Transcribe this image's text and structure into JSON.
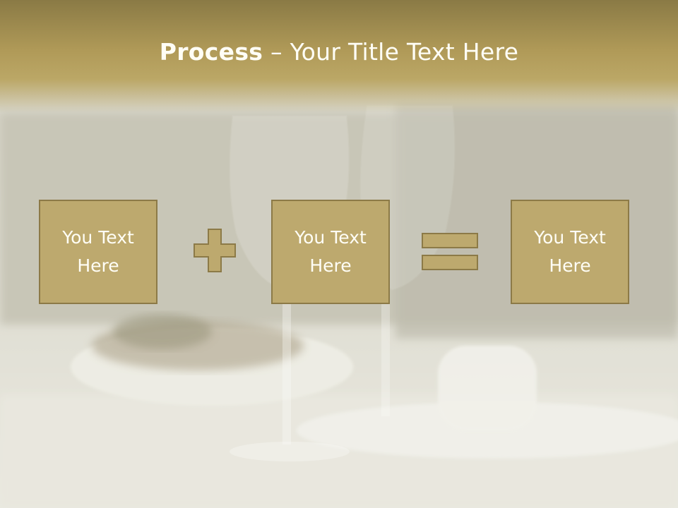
{
  "title": {
    "bold": "Process",
    "rest": " – Your Title Text Here"
  },
  "boxes": [
    {
      "text": "You Text\nHere"
    },
    {
      "text": "You Text\nHere"
    },
    {
      "text": "You Text\nHere"
    }
  ],
  "colors": {
    "box_fill": "#bda96e",
    "box_border": "#8c7a47",
    "header": "#a8935a",
    "text": "#fffef6"
  },
  "icons": {
    "operator_1": "plus-icon",
    "operator_2": "equals-icon"
  }
}
